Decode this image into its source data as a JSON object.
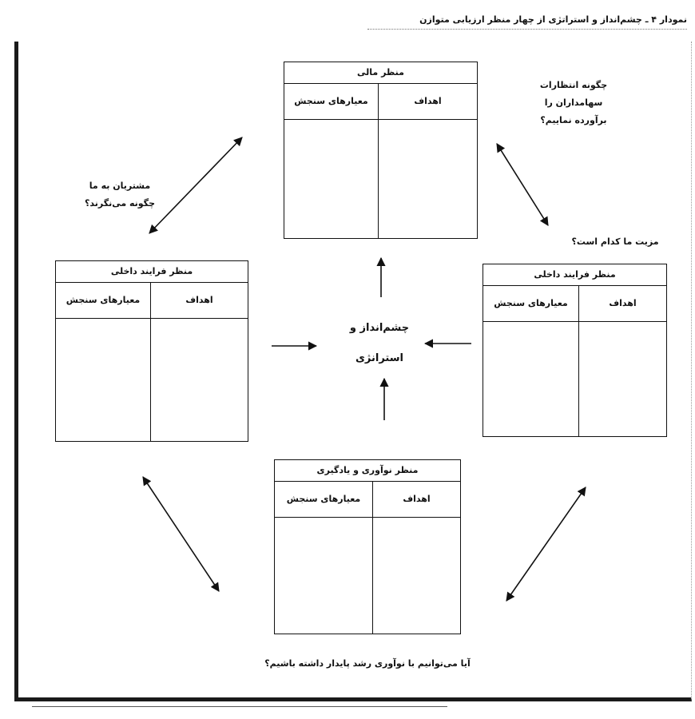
{
  "title": "نمودار ۴ ـ چشم‌انداز و استراتژی از چهار منظر ارزیابی متوازن",
  "center": "چشم‌انداز و\nاسترانژی",
  "columns": {
    "goals": "اهداف",
    "measures": "معیارهای سنجش"
  },
  "boxes": {
    "financial": {
      "header": "منظر مالی"
    },
    "internal_left": {
      "header": "منظر فرایند داخلی"
    },
    "internal_right": {
      "header": "منظر فرایند داخلی"
    },
    "innovation": {
      "header": "منظر نوآوری و یادگیری"
    }
  },
  "questions": {
    "shareholders": "چگونه انتظارات\nسهامداران را\nبرآورده نماییم؟",
    "customers": "مشتریان به ما\nچگونه می‌نگرند؟",
    "advantage": "مزیت ما کدام است؟",
    "growth": "آیا می‌توانیم با نوآوری رشد پایدار داشته باشیم؟"
  }
}
